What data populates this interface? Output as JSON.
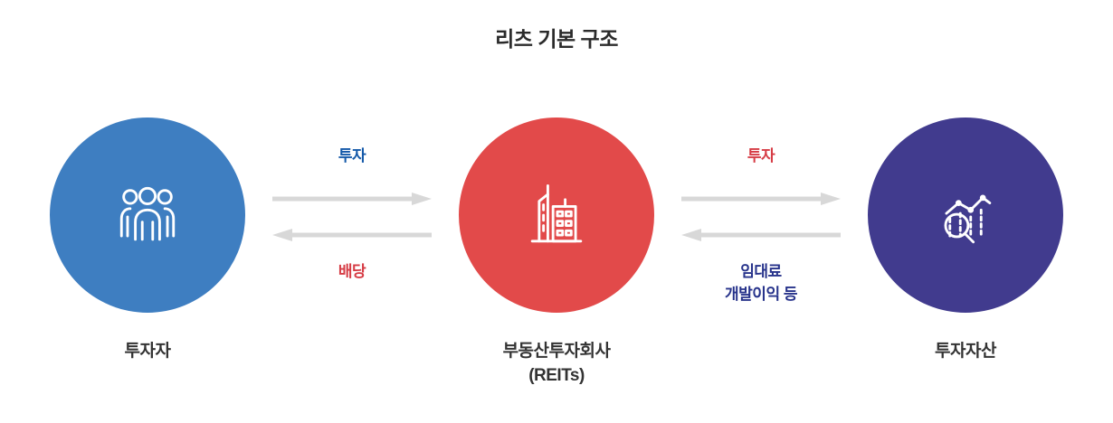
{
  "title": "리츠 기본 구조",
  "arrow_color": "#d8d8d8",
  "nodes": [
    {
      "label": "투자자",
      "color": "#3e7ec1",
      "icon": "people-icon"
    },
    {
      "label": "부동산투자회사",
      "sublabel": "(REITs)",
      "color": "#e24a4a",
      "icon": "buildings-icon"
    },
    {
      "label": "투자자산",
      "color": "#413b8e",
      "icon": "chart-magnifier-icon"
    }
  ],
  "flows": [
    {
      "label": "투자",
      "color": "#1459a9",
      "direction": "right"
    },
    {
      "label": "배당",
      "color": "#d63c45",
      "direction": "left"
    },
    {
      "label": "투자",
      "color": "#d63c45",
      "direction": "right"
    },
    {
      "label": "임대료\n개발이익 등",
      "color": "#27338b",
      "direction": "left"
    }
  ]
}
